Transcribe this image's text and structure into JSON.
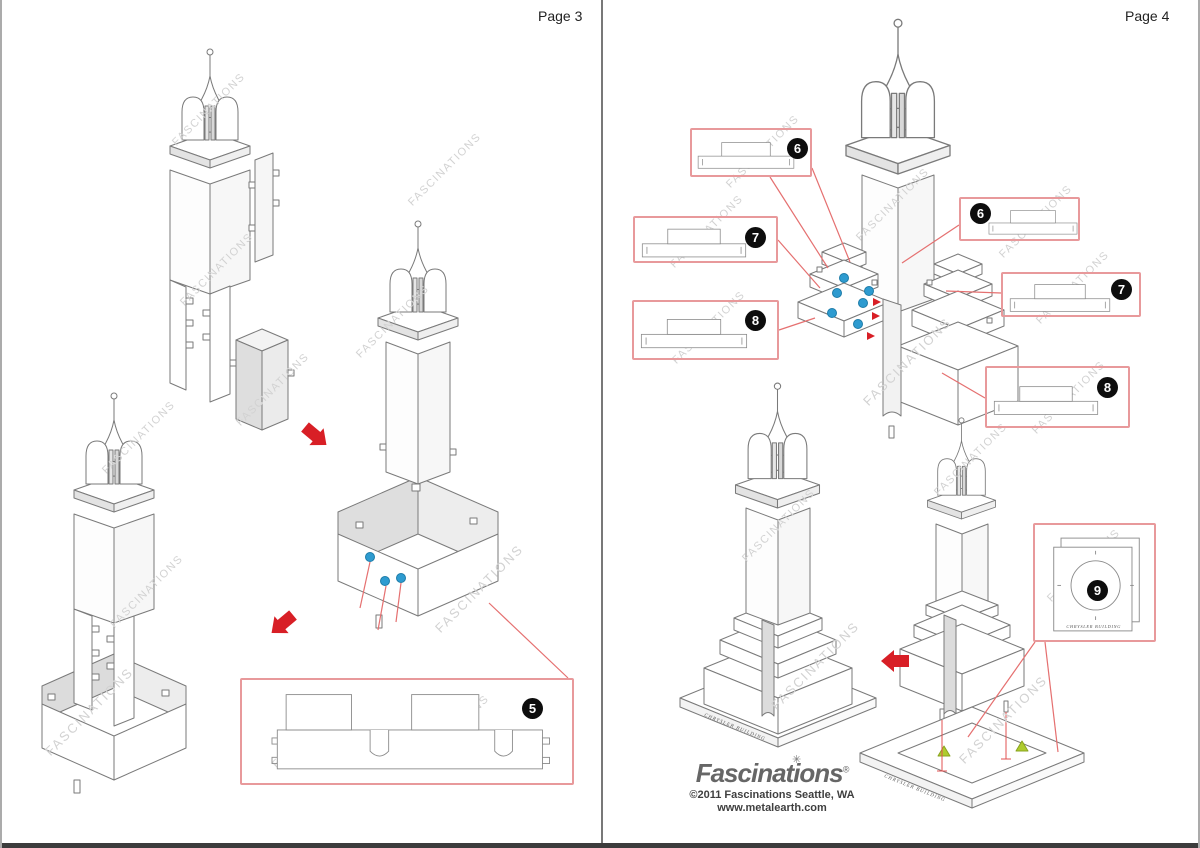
{
  "doc": {
    "watermark": "FASCINATIONS",
    "building_label": "CHRYSLER BUILDING",
    "brand": {
      "logo": "Fascinations",
      "registered": "®",
      "flower": "✳",
      "copyright": "©2011 Fascinations Seattle, WA",
      "website": "www.metalearth.com"
    },
    "colors": {
      "accent_red": "#d81f26",
      "callout_border": "#e8999b",
      "leader_line": "#e57070",
      "tab_dot_blue": "#2e9bd0",
      "slot_triangle_green": "#aecb2e",
      "drawing_line": "#7a7a7a",
      "shade_gray": "#dcdcdc",
      "watermark_gray": "#d2d2d2",
      "bottom_bar": "#3c3c3c"
    }
  },
  "page3": {
    "label": "Page 3",
    "callouts": {
      "part5": "5"
    }
  },
  "page4": {
    "label": "Page 4",
    "callouts": {
      "part6": "6",
      "part7": "7",
      "part8": "8",
      "part9": "9"
    }
  }
}
